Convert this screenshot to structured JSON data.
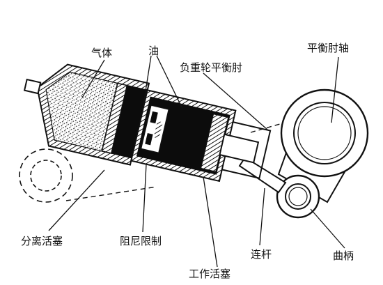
{
  "labels": {
    "gas": "气体",
    "oil": "油",
    "arm_lever": "负重轮平衡肘",
    "arm_shaft": "平衡肘轴",
    "separating_piston": "分离活塞",
    "damping_orifice": "阻尼限制",
    "working_piston": "工作活塞",
    "connecting_rod": "连杆",
    "crank": "曲柄"
  },
  "colors": {
    "ink": "#111111",
    "paper": "#ffffff"
  }
}
